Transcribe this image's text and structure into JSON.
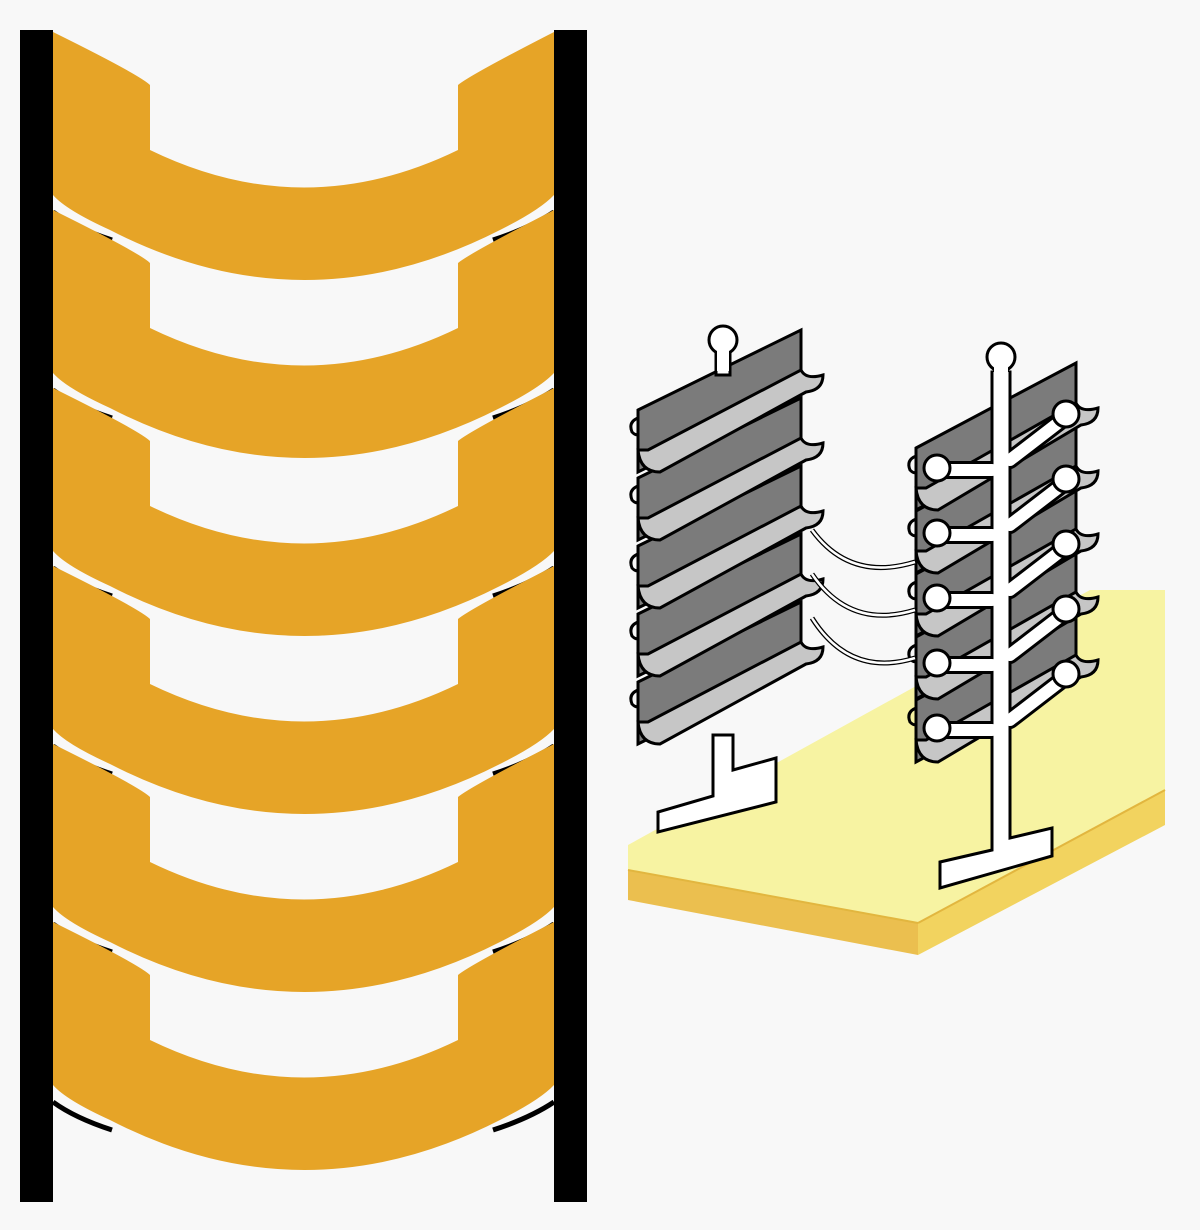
{
  "figure": {
    "panels": [
      {
        "id": "left",
        "kind": "side-view",
        "rails": 2,
        "segments": 6
      },
      {
        "id": "right",
        "kind": "isometric-model",
        "posts": 2,
        "plates_per_post": 5,
        "connecting_wires": 3
      }
    ]
  },
  "colors": {
    "background": "#f8f8f8",
    "rail": "#000000",
    "segment": "#e6a427",
    "plate_dark": "#7b7b7b",
    "plate_light": "#c6c6c6",
    "post": "#ffffff",
    "base_top": "#f7f3a2",
    "base_front": "#ebbf4f",
    "base_side": "#f2d35f"
  }
}
